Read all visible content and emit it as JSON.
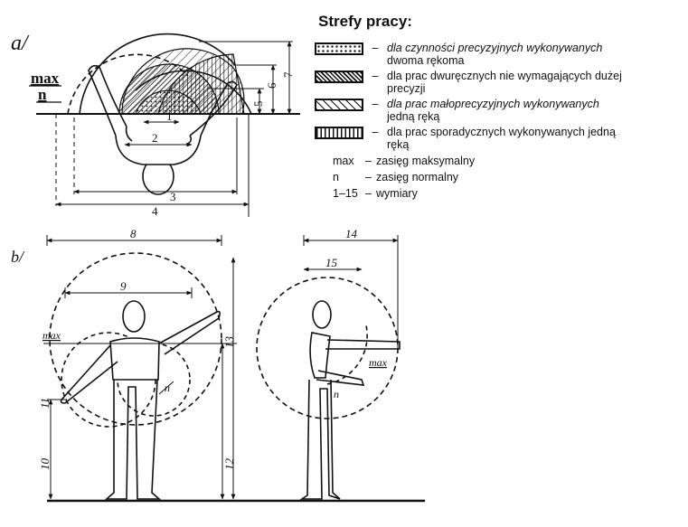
{
  "panels": {
    "a_label": "a/",
    "b_label": "b/"
  },
  "legend": {
    "title": "Strefy pracy:",
    "zones": [
      {
        "pattern": "dots",
        "line1": "dla czynności precyzyjnych wykonywanych",
        "line2": "dwoma rękoma",
        "italic": true
      },
      {
        "pattern": "dense-hatch",
        "line1": "dla prac dwuręcznych nie wymagających dużej",
        "line2": "precyzji",
        "italic": false
      },
      {
        "pattern": "sparse-hatch",
        "line1": "dla prac małoprecyzyjnych wykonywanych",
        "line2": "jedną ręką",
        "italic": true
      },
      {
        "pattern": "vertical-lines",
        "line1": "dla prac sporadycznych wykonywanych jedną",
        "line2": "ręką",
        "italic": false
      }
    ],
    "definitions": [
      {
        "key": "max",
        "text": "zasięg maksymalny"
      },
      {
        "key": "n",
        "text": "zasięg normalny"
      },
      {
        "key": "1–15",
        "text": "wymiary"
      }
    ],
    "dash": "–"
  },
  "labels": {
    "max": "max",
    "n": "n",
    "dims_a": [
      "1",
      "2",
      "3",
      "4",
      "5",
      "6",
      "7"
    ],
    "dims_b": [
      "8",
      "9",
      "10",
      "11",
      "12",
      "13",
      "14",
      "15"
    ]
  }
}
